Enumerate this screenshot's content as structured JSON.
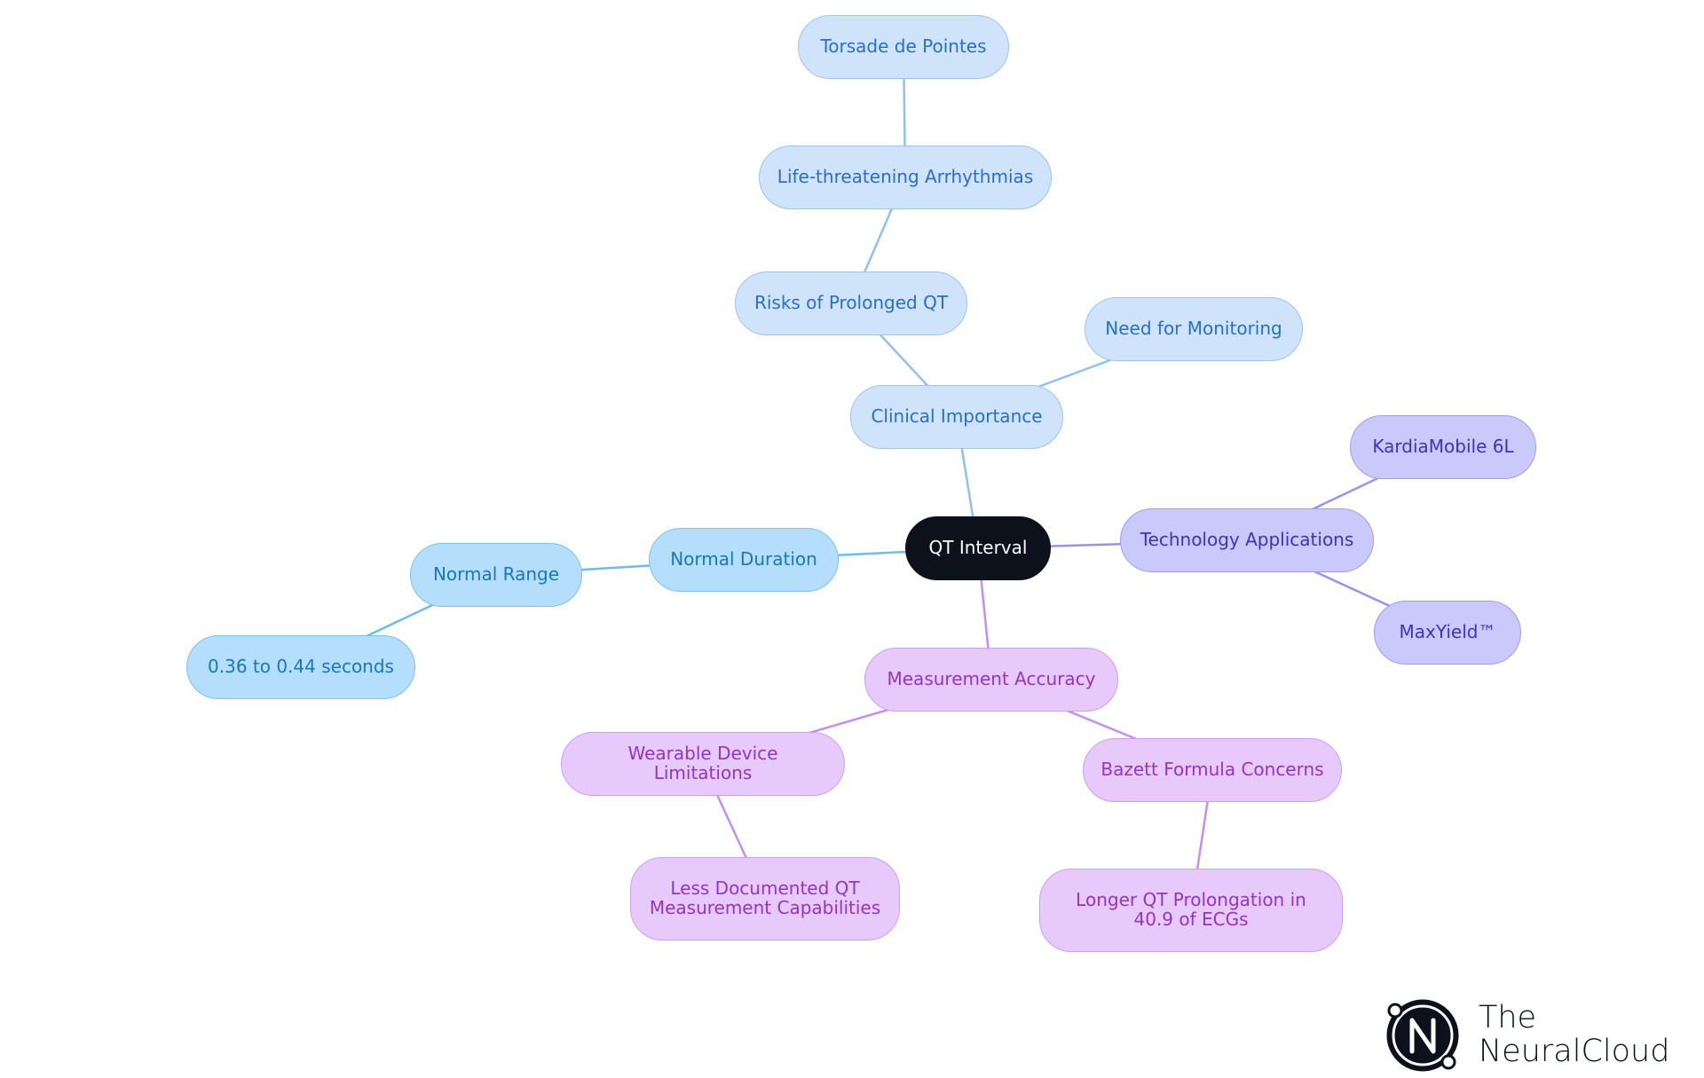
{
  "diagram": {
    "root": {
      "id": "qt-interval",
      "label": "QT Interval"
    },
    "nodes": [
      {
        "id": "clinical-importance",
        "label": "Clinical Importance",
        "parent": "qt-interval",
        "group": "clinical"
      },
      {
        "id": "risks-prolonged-qt",
        "label": "Risks of Prolonged QT",
        "parent": "clinical-importance",
        "group": "clinical"
      },
      {
        "id": "life-threatening-arrhythmias",
        "label": "Life-threatening Arrhythmias",
        "parent": "risks-prolonged-qt",
        "group": "clinical"
      },
      {
        "id": "torsade-de-pointes",
        "label": "Torsade de Pointes",
        "parent": "life-threatening-arrhythmias",
        "group": "clinical"
      },
      {
        "id": "need-for-monitoring",
        "label": "Need for Monitoring",
        "parent": "clinical-importance",
        "group": "clinical"
      },
      {
        "id": "normal-duration",
        "label": "Normal Duration",
        "parent": "qt-interval",
        "group": "normal"
      },
      {
        "id": "normal-range",
        "label": "Normal Range",
        "parent": "normal-duration",
        "group": "normal"
      },
      {
        "id": "range-value",
        "label": "0.36 to 0.44 seconds",
        "parent": "normal-range",
        "group": "normal"
      },
      {
        "id": "technology-applications",
        "label": "Technology Applications",
        "parent": "qt-interval",
        "group": "technology"
      },
      {
        "id": "kardiamobile-6l",
        "label": "KardiaMobile 6L",
        "parent": "technology-applications",
        "group": "technology"
      },
      {
        "id": "maxyield",
        "label": "MaxYield™",
        "parent": "technology-applications",
        "group": "technology"
      },
      {
        "id": "measurement-accuracy",
        "label": "Measurement Accuracy",
        "parent": "qt-interval",
        "group": "measurement"
      },
      {
        "id": "wearable-device-limitations",
        "label": "Wearable Device Limitations",
        "parent": "measurement-accuracy",
        "group": "measurement"
      },
      {
        "id": "less-documented-qt",
        "label": "Less Documented QT Measurement Capabilities",
        "parent": "wearable-device-limitations",
        "group": "measurement"
      },
      {
        "id": "bazett-formula-concerns",
        "label": "Bazett Formula Concerns",
        "parent": "measurement-accuracy",
        "group": "measurement"
      },
      {
        "id": "longer-qt-prolongation",
        "label": "Longer QT Prolongation in 40.9 of ECGs",
        "parent": "bazett-formula-concerns",
        "group": "measurement"
      }
    ]
  },
  "colors": {
    "root_fill": "#0c111b",
    "clinical_fill": "#cfe3fb",
    "clinical_edge": "#90c0ee",
    "normal_fill": "#b5defc",
    "normal_edge": "#6fbbec",
    "technology_fill": "#c9c9fb",
    "technology_edge": "#9494ee",
    "measurement_fill": "#e7cafb",
    "measurement_edge": "#c48ef0"
  },
  "logo": {
    "line1": "The",
    "line2": "NeuralCloud",
    "mark_letter": "N",
    "icon": "neuralcloud-logo-icon"
  }
}
